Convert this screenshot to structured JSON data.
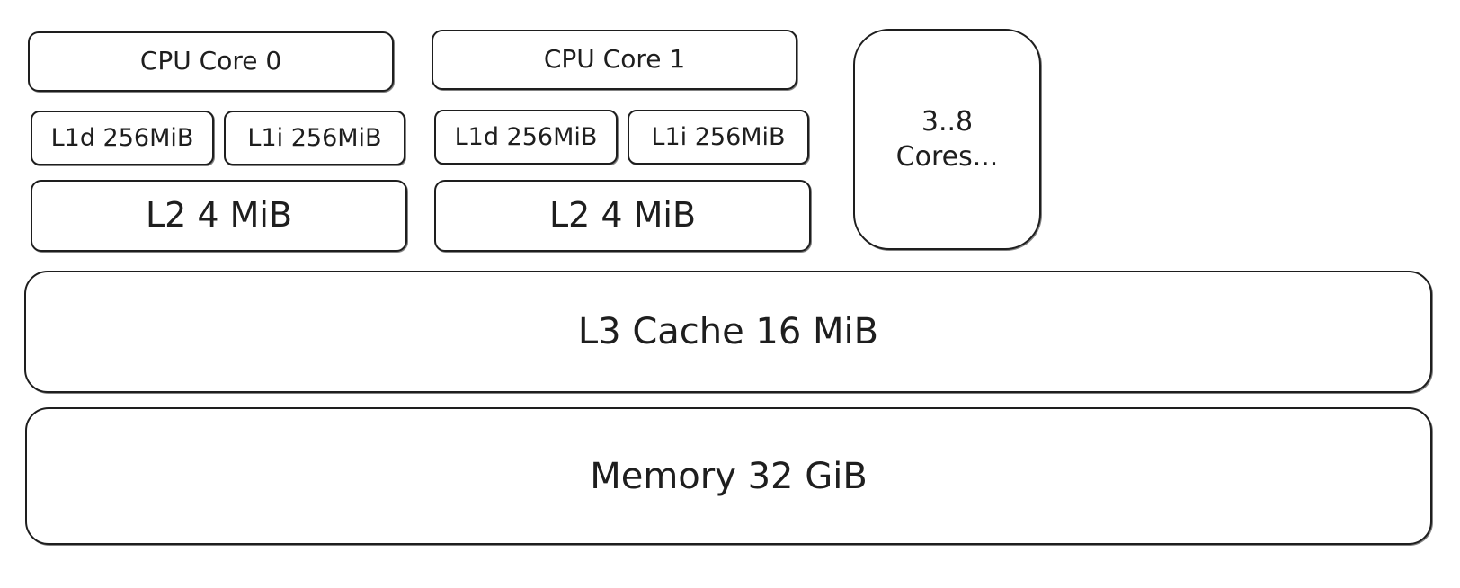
{
  "diagram": {
    "cores": [
      {
        "name": "CPU Core 0",
        "l1d": "L1d 256MiB",
        "l1i": "L1i 256MiB",
        "l2": "L2 4 MiB"
      },
      {
        "name": "CPU Core 1",
        "l1d": "L1d 256MiB",
        "l1i": "L1i 256MiB",
        "l2": "L2 4 MiB"
      }
    ],
    "more_cores": "3..8\nCores...",
    "l3": "L3 Cache 16 MiB",
    "memory": "Memory 32 GiB"
  }
}
